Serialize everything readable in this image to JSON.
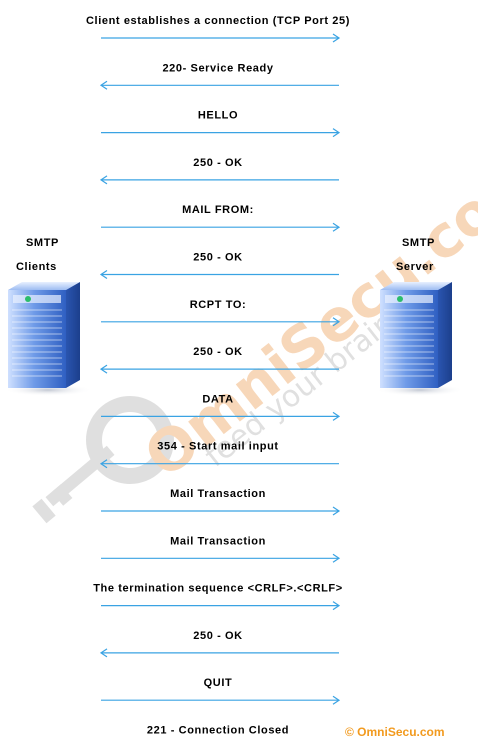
{
  "nodes": {
    "client": {
      "line1": "SMTP",
      "line2": "Clients"
    },
    "server": {
      "line1": "SMTP",
      "line2": "Server"
    }
  },
  "messages": [
    {
      "label": "Client establishes a connection (TCP Port 25)",
      "direction": "to-server"
    },
    {
      "label": "220- Service Ready",
      "direction": "to-client"
    },
    {
      "label": "HELLO",
      "direction": "to-server"
    },
    {
      "label": "250 - OK",
      "direction": "to-client"
    },
    {
      "label": "MAIL FROM:",
      "direction": "to-server"
    },
    {
      "label": "250 - OK",
      "direction": "to-client"
    },
    {
      "label": "RCPT TO:",
      "direction": "to-server"
    },
    {
      "label": "250 - OK",
      "direction": "to-client"
    },
    {
      "label": "DATA",
      "direction": "to-server"
    },
    {
      "label": "354 - Start mail input",
      "direction": "to-client"
    },
    {
      "label": "Mail Transaction",
      "direction": "to-server"
    },
    {
      "label": "Mail Transaction",
      "direction": "to-server"
    },
    {
      "label": "The termination sequence <CRLF>.<CRLF>",
      "direction": "to-server"
    },
    {
      "label": "250 - OK",
      "direction": "to-client"
    },
    {
      "label": "QUIT",
      "direction": "to-server"
    },
    {
      "label": "221 - Connection Closed",
      "direction": "to-client"
    }
  ],
  "watermark": {
    "brand": "OmniSecu.com",
    "tagline": "feed your brain"
  },
  "copyright": "© OmniSecu.com",
  "colors": {
    "arrow": "#3aa3e3",
    "watermark_orange": "#f5c9a3",
    "watermark_gray": "#d9d9d9",
    "copyright": "#f29a1e",
    "server_body": "#4c7fd6"
  }
}
